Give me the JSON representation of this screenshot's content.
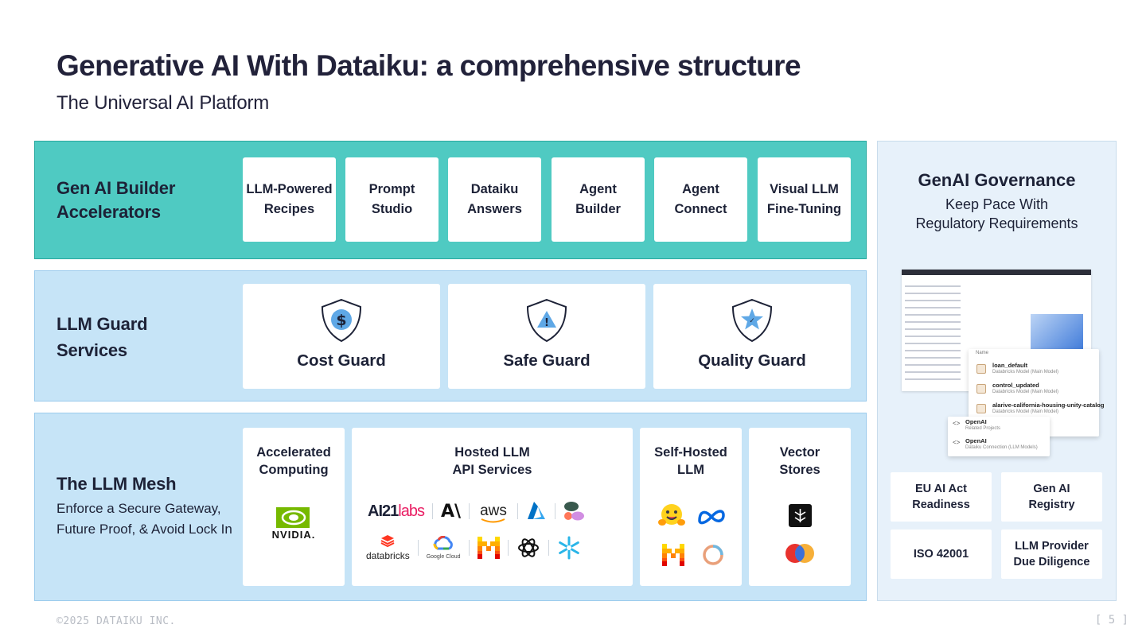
{
  "title": "Generative AI With Dataiku: a comprehensive structure",
  "subtitle": "The Universal AI Platform",
  "colors": {
    "teal": "#4fcac2",
    "light_blue": "#c6e4f7",
    "governance_bg": "#e7f1fa",
    "dark_text": "#1d2237"
  },
  "builder": {
    "title_lines": [
      "Gen AI Builder",
      "Accelerators"
    ],
    "cards": [
      {
        "line1": "LLM-Powered",
        "line2": "Recipes"
      },
      {
        "line1": "Prompt",
        "line2": "Studio"
      },
      {
        "line1": "Dataiku",
        "line2": "Answers"
      },
      {
        "line1": "Agent",
        "line2": "Builder"
      },
      {
        "line1": "Agent",
        "line2": "Connect"
      },
      {
        "line1": "Visual LLM",
        "line2": "Fine-Tuning"
      }
    ]
  },
  "guard": {
    "title_lines": [
      "LLM Guard",
      "Services"
    ],
    "cards": [
      {
        "label": "Cost Guard",
        "icon": "dollar-shield-icon",
        "glyph": "$"
      },
      {
        "label": "Safe Guard",
        "icon": "warning-shield-icon",
        "glyph": "!"
      },
      {
        "label": "Quality Guard",
        "icon": "star-shield-icon",
        "glyph": "✓"
      }
    ]
  },
  "mesh": {
    "title": "The LLM Mesh",
    "subtitle_lines": [
      "Enforce a Secure Gateway,",
      "Future Proof, & Avoid Lock In"
    ],
    "columns": [
      {
        "head_lines": [
          "Accelerated",
          "Computing"
        ],
        "logos": [
          "NVIDIA."
        ]
      },
      {
        "head_lines": [
          "Hosted LLM",
          "API Services"
        ],
        "logos": [
          "AI21labs",
          "A\\",
          "aws",
          "azure",
          "figma",
          "databricks",
          "Google Cloud",
          "mistral",
          "openai",
          "snowflake"
        ]
      },
      {
        "head_lines": [
          "Self-Hosted",
          "LLM"
        ],
        "logos": [
          "huggingface",
          "meta",
          "mistral",
          "ring"
        ]
      },
      {
        "head_lines": [
          "Vector",
          "Stores"
        ],
        "logos": [
          "pinecone",
          "mastercard-circles"
        ]
      }
    ],
    "logo_text": {
      "ai21": "AI21",
      "labs": "labs",
      "anthropic": "A\\",
      "aws": "aws",
      "databricks": "databricks",
      "google": "Google Cloud",
      "nvidia": "NVIDIA."
    }
  },
  "governance": {
    "title": "GenAI Governance",
    "subtitle_lines": [
      "Keep Pace With",
      "Regulatory Requirements"
    ],
    "popup": {
      "header": "Name",
      "items": [
        {
          "name": "loan_default",
          "desc": "Databricks Model (Main Model)"
        },
        {
          "name": "control_updated",
          "desc": "Databricks Model (Main Model)"
        },
        {
          "name": "alarive-california-housing-unity-catalog",
          "desc": "Databricks Model (Main Model)"
        }
      ]
    },
    "popup2": {
      "items": [
        {
          "name": "OpenAI",
          "desc": "Related Projects"
        },
        {
          "name": "OpenAI",
          "desc": "Dataiku Connection (LLM Models)"
        }
      ]
    },
    "cards": [
      {
        "line1": "EU AI Act",
        "line2": "Readiness"
      },
      {
        "line1": "Gen AI",
        "line2": "Registry"
      },
      {
        "line1": "ISO 42001",
        "line2": ""
      },
      {
        "line1": "LLM Provider",
        "line2": "Due Diligence"
      }
    ]
  },
  "footer": "©2025 DATAIKU INC.",
  "page_number": "[ 5 ]"
}
